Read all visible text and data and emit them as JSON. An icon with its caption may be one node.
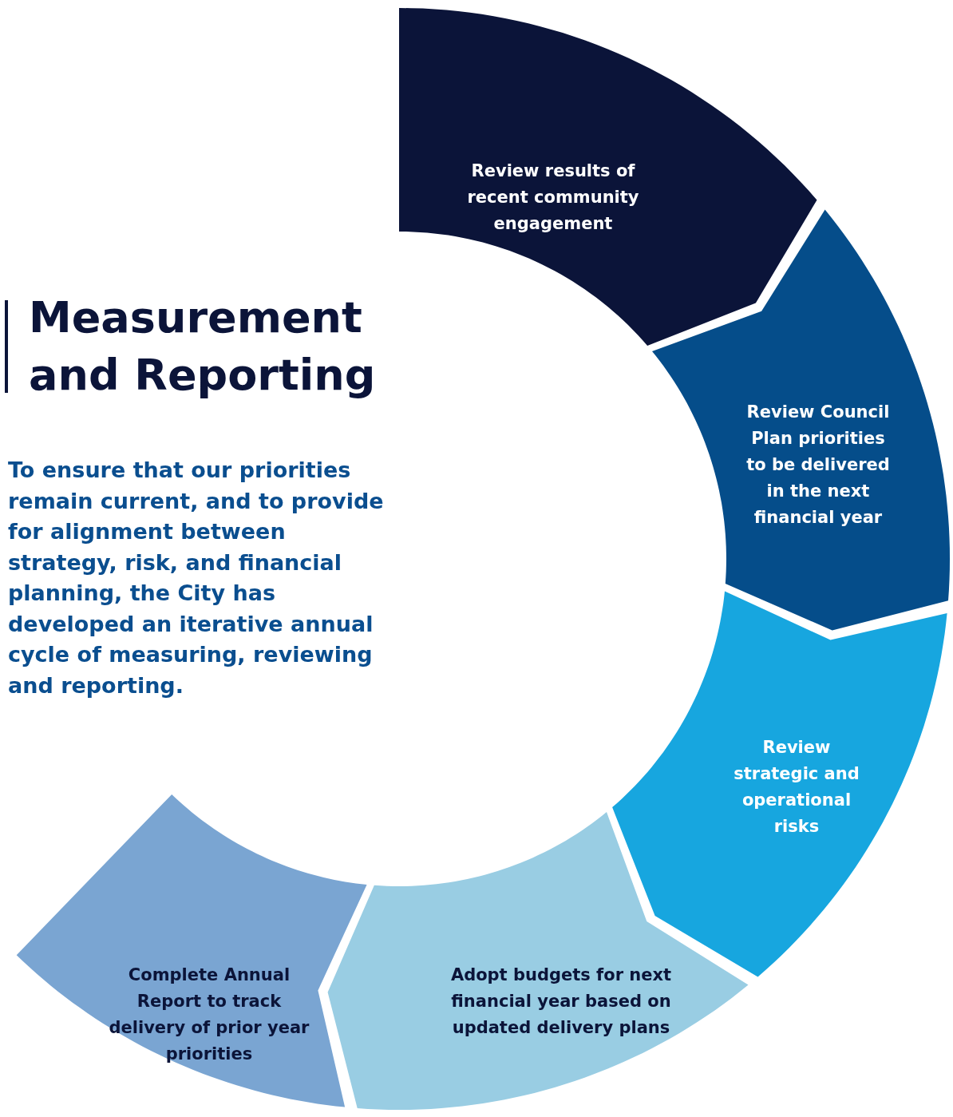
{
  "diagram": {
    "title": "Measurement and Reporting",
    "nodes": [
      {
        "text": [
          "Review results of recent community engagement"
        ]
      },
      {
        "text": [
          "Review Council Plan priorities to be delivered in the next financial year"
        ]
      },
      {
        "text": [
          "Review strategic and operational risks"
        ]
      },
      {
        "text": [
          "Adopt budgets for next financial year based on updated delivery plans"
        ]
      },
      {
        "text": [
          "Complete Annual Report to track delivery of prior year priorities"
        ]
      }
    ],
    "labels": [
      "To ensure that our priorities remain current, and to provide for alignment between strategy, risk, and financial planning, the City has developed an iterative annual cycle of measuring, reviewing and reporting."
    ]
  }
}
